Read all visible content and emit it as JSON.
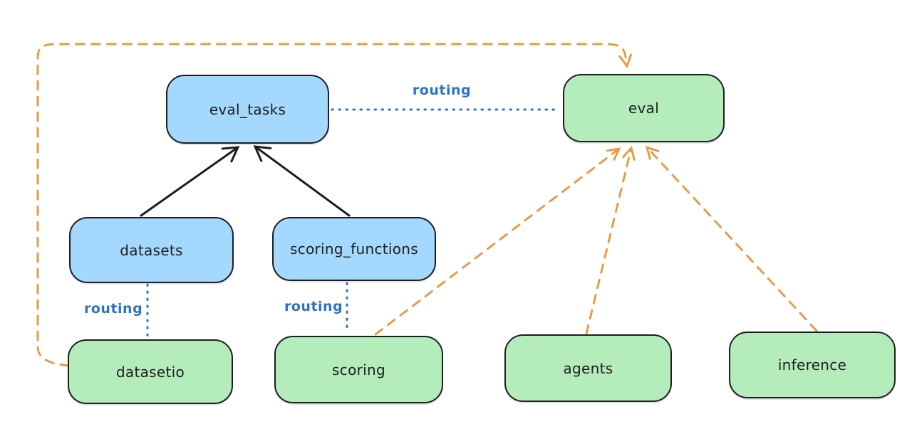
{
  "diagram": {
    "nodes": [
      {
        "id": "eval_tasks",
        "label": "eval_tasks",
        "color": "blue"
      },
      {
        "id": "eval",
        "label": "eval",
        "color": "green"
      },
      {
        "id": "datasets",
        "label": "datasets",
        "color": "blue"
      },
      {
        "id": "scoring_functions",
        "label": "scoring_functions",
        "color": "blue"
      },
      {
        "id": "datasetio",
        "label": "datasetio",
        "color": "green"
      },
      {
        "id": "scoring",
        "label": "scoring",
        "color": "green"
      },
      {
        "id": "agents",
        "label": "agents",
        "color": "green"
      },
      {
        "id": "inference",
        "label": "inference",
        "color": "green"
      }
    ],
    "edges": [
      {
        "from": "datasets",
        "to": "eval_tasks",
        "style": "solid",
        "color": "black",
        "arrow": true,
        "label": ""
      },
      {
        "from": "scoring_functions",
        "to": "eval_tasks",
        "style": "solid",
        "color": "black",
        "arrow": true,
        "label": ""
      },
      {
        "from": "eval_tasks",
        "to": "eval",
        "style": "dotted",
        "color": "blue",
        "arrow": false,
        "label": "routing"
      },
      {
        "from": "datasets",
        "to": "datasetio",
        "style": "dotted",
        "color": "blue",
        "arrow": false,
        "label": "routing"
      },
      {
        "from": "scoring_functions",
        "to": "scoring",
        "style": "dotted",
        "color": "blue",
        "arrow": false,
        "label": "routing"
      },
      {
        "from": "datasetio",
        "to": "eval",
        "style": "dashed",
        "color": "orange",
        "arrow": true,
        "label": ""
      },
      {
        "from": "scoring",
        "to": "eval",
        "style": "dashed",
        "color": "orange",
        "arrow": true,
        "label": ""
      },
      {
        "from": "agents",
        "to": "eval",
        "style": "dashed",
        "color": "orange",
        "arrow": true,
        "label": ""
      },
      {
        "from": "inference",
        "to": "eval",
        "style": "dashed",
        "color": "orange",
        "arrow": true,
        "label": ""
      }
    ]
  },
  "colors": {
    "node_blue_fill": "#a5d8ff",
    "node_green_fill": "#b5ecbc",
    "node_border": "#1e1e1e",
    "routing_blue": "#2b73c4",
    "arrow_orange": "#ee943c",
    "arrow_black": "#1e1e1e",
    "background": "#ffffff"
  }
}
